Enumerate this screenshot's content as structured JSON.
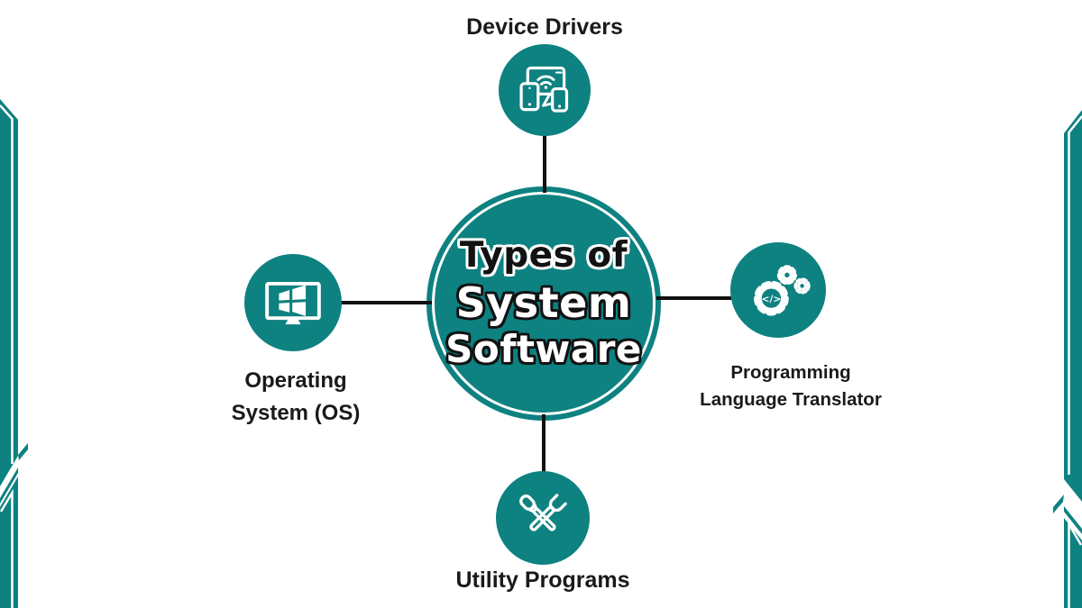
{
  "diagram": {
    "center": {
      "line1": "Types of",
      "line2": "System",
      "line3": "Software"
    },
    "nodes": {
      "top": {
        "label": "Device Drivers",
        "icon": "devices-icon"
      },
      "left": {
        "line1": "Operating",
        "line2": "System (OS)",
        "icon": "windows-monitor-icon"
      },
      "right": {
        "line1": "Programming",
        "line2": "Language Translator",
        "icon": "gears-code-icon",
        "code_glyph": "</>"
      },
      "bottom": {
        "label": "Utility Programs",
        "icon": "tools-icon"
      }
    },
    "colors": {
      "teal": "#0E8181",
      "line_black": "#111111",
      "label_text": "#1A1A1A",
      "white": "#FFFFFF"
    }
  }
}
